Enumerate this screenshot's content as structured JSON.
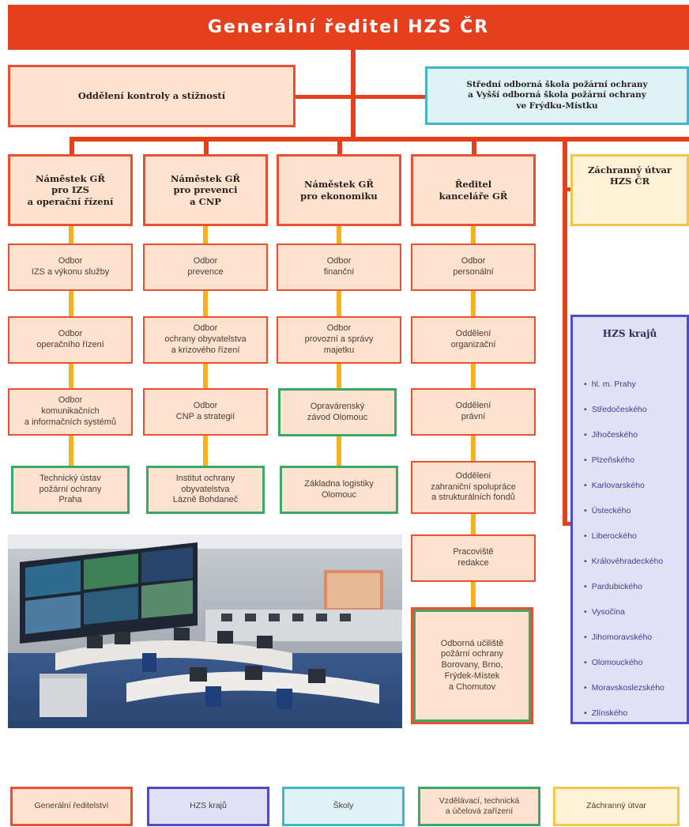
{
  "header": {
    "title": "Generální ředitel HZS ČR"
  },
  "top_left": "Oddělení kontroly a stížností",
  "top_right": "Střední odborná škola požární ochrany\na Vyšší odborná škola požární ochrany\nve Frýdku-Místku",
  "deputies": [
    {
      "title": "Náměstek GŘ\npro IZS\na operační řízení"
    },
    {
      "title": "Náměstek GŘ\npro prevenci\na CNP"
    },
    {
      "title": "Náměstek GŘ\npro ekonomiku"
    },
    {
      "title": "Ředitel\nkanceláře GŘ"
    }
  ],
  "rescue_unit": "Záchranný útvar\nHZS ČR",
  "columns": [
    [
      "Odbor\nIZS a výkonu služby",
      "Odbor\noperačního řízení",
      "Odbor\nkomunikačních\na informačních systémů",
      "Technický ústav\npožární ochrany\nPraha"
    ],
    [
      "Odbor\nprevence",
      "Odbor\nochrany obyvatelstva\na krizového řízení",
      "Odbor\nCNP a strategií",
      "Institut ochrany\nobyvatelstva\nLázně Bohdaneč"
    ],
    [
      "Odbor\nfinanční",
      "Odbor\nprovozní a správy\nmajetku",
      "Opravárenský\nzávod Olomouc",
      "Základna logistiky\nOlomouc"
    ],
    [
      "Odbor\npersonální",
      "Oddělení\norganizační",
      "Oddělení\nprávní",
      "Oddělení\nzahraniční spolupráce\na strukturálních fondů",
      "Pracoviště\nredakce",
      "Odborná učiliště\npožární ochrany\nBorovany, Brno,\nFrýdek-Místek\na Chomutov"
    ]
  ],
  "regions": {
    "title": "HZS krajů",
    "items": [
      "hl. m. Prahy",
      "Středočeského",
      "Jihočeského",
      "Plzeňského",
      "Karlovarského",
      "Ústeckého",
      "Liberockého",
      "Královéhradeckého",
      "Pardubického",
      "Vysočina",
      "Jihomoravského",
      "Olomouckého",
      "Moravskoslezského",
      "Zlínského"
    ]
  },
  "legend": [
    "Generální ředitelství",
    "HZS krajů",
    "Školy",
    "Vzdělávací, technická\na účelová zařízení",
    "Záchranný útvar"
  ],
  "colors": {
    "red": "#e53f1d",
    "yellow": "#f4b21d",
    "green": "#3aa866",
    "cyan": "#3fb6c9",
    "blue": "#4d4cc4"
  }
}
